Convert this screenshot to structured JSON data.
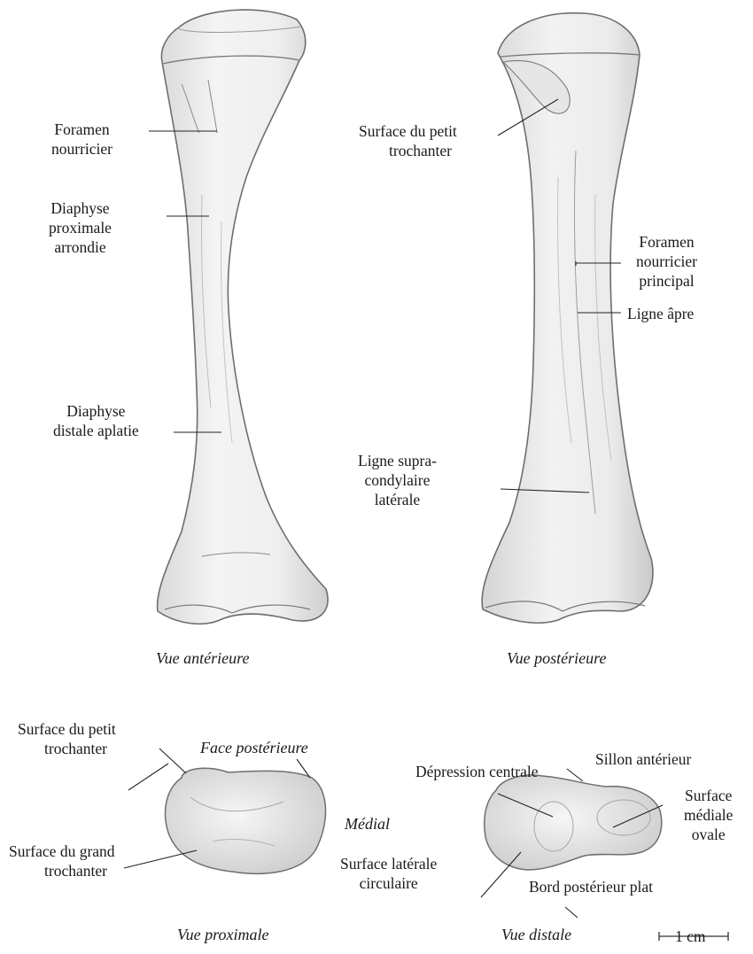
{
  "views": {
    "anterior": {
      "caption": "Vue antérieure",
      "labels": {
        "foramen_nourricier": [
          "Foramen",
          "nourricier"
        ],
        "diaphyse_proximale": [
          "Diaphyse",
          "proximale",
          "arrondie"
        ],
        "diaphyse_distale": [
          "Diaphyse",
          "distale aplatie"
        ]
      }
    },
    "posterior": {
      "caption": "Vue postérieure",
      "labels": {
        "petit_trochanter": [
          "Surface du petit",
          "trochanter"
        ],
        "foramen_principal": [
          "Foramen",
          "nourricier",
          "principal"
        ],
        "ligne_apre": [
          "Ligne âpre"
        ],
        "ligne_supracondylaire": [
          "Ligne supra-",
          "condylaire",
          "latérale"
        ]
      }
    },
    "proximal": {
      "caption": "Vue proximale",
      "labels": {
        "petit_trochanter": [
          "Surface du petit",
          "trochanter"
        ],
        "face_posterieure": "Face postérieure",
        "medial": "Médial",
        "grand_trochanter": [
          "Surface du grand",
          "trochanter"
        ]
      }
    },
    "distal": {
      "caption": "Vue distale",
      "labels": {
        "depression_centrale": [
          "Dépression centrale"
        ],
        "sillon_anterieur": [
          "Sillon antérieur"
        ],
        "surface_mediale": [
          "Surface",
          "médiale",
          "ovale"
        ],
        "surface_laterale": [
          "Surface latérale",
          "circulaire"
        ],
        "bord_posterieur": [
          "Bord postérieur plat"
        ]
      }
    }
  },
  "scale_bar": {
    "label": "1 cm"
  }
}
